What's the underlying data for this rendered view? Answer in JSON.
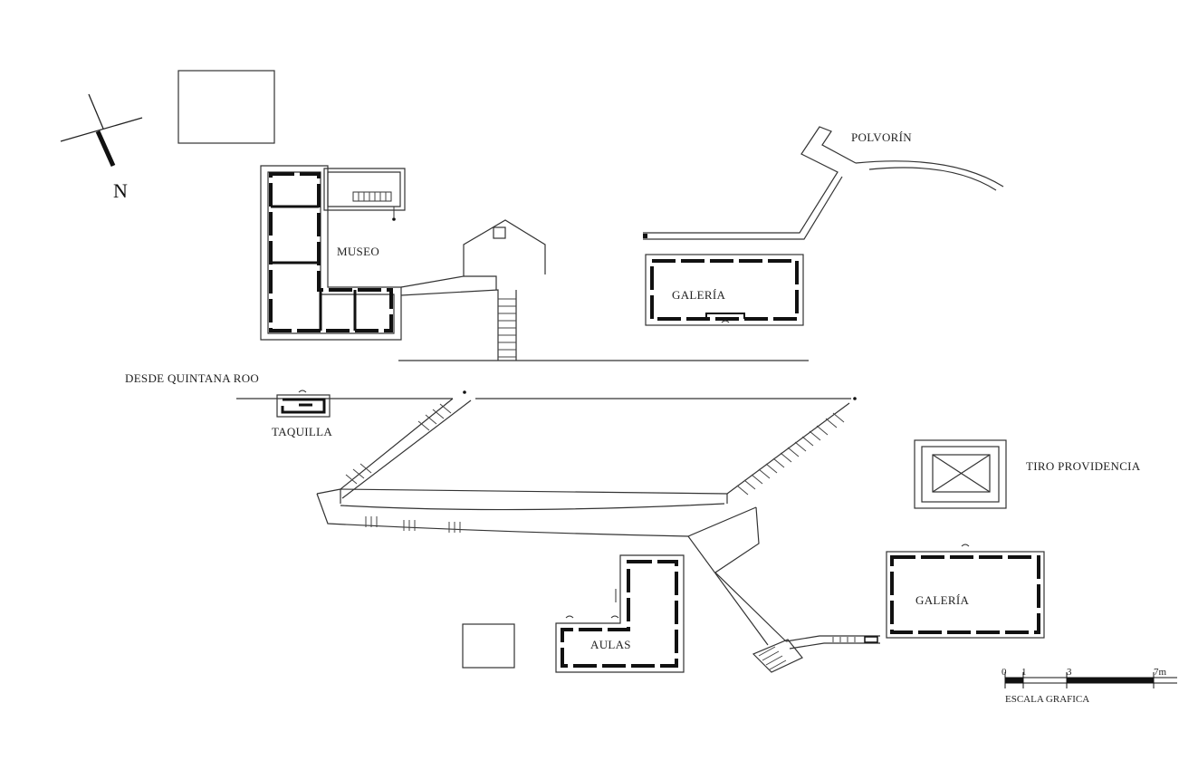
{
  "labels": {
    "north": "N",
    "museo": "MUSEO",
    "polvorin": "POLVORÍN",
    "galeria_north": "GALERÍA",
    "desde_quintana_roo": "DESDE QUINTANA ROO",
    "taquilla": "TAQUILLA",
    "tiro_providencia": "TIRO PROVIDENCIA",
    "galeria_south": "GALERÍA",
    "aulas": "AULAS"
  },
  "scale": {
    "ticks": [
      "0",
      "1",
      "3",
      "7m"
    ],
    "caption": "ESCALA GRAFICA"
  }
}
